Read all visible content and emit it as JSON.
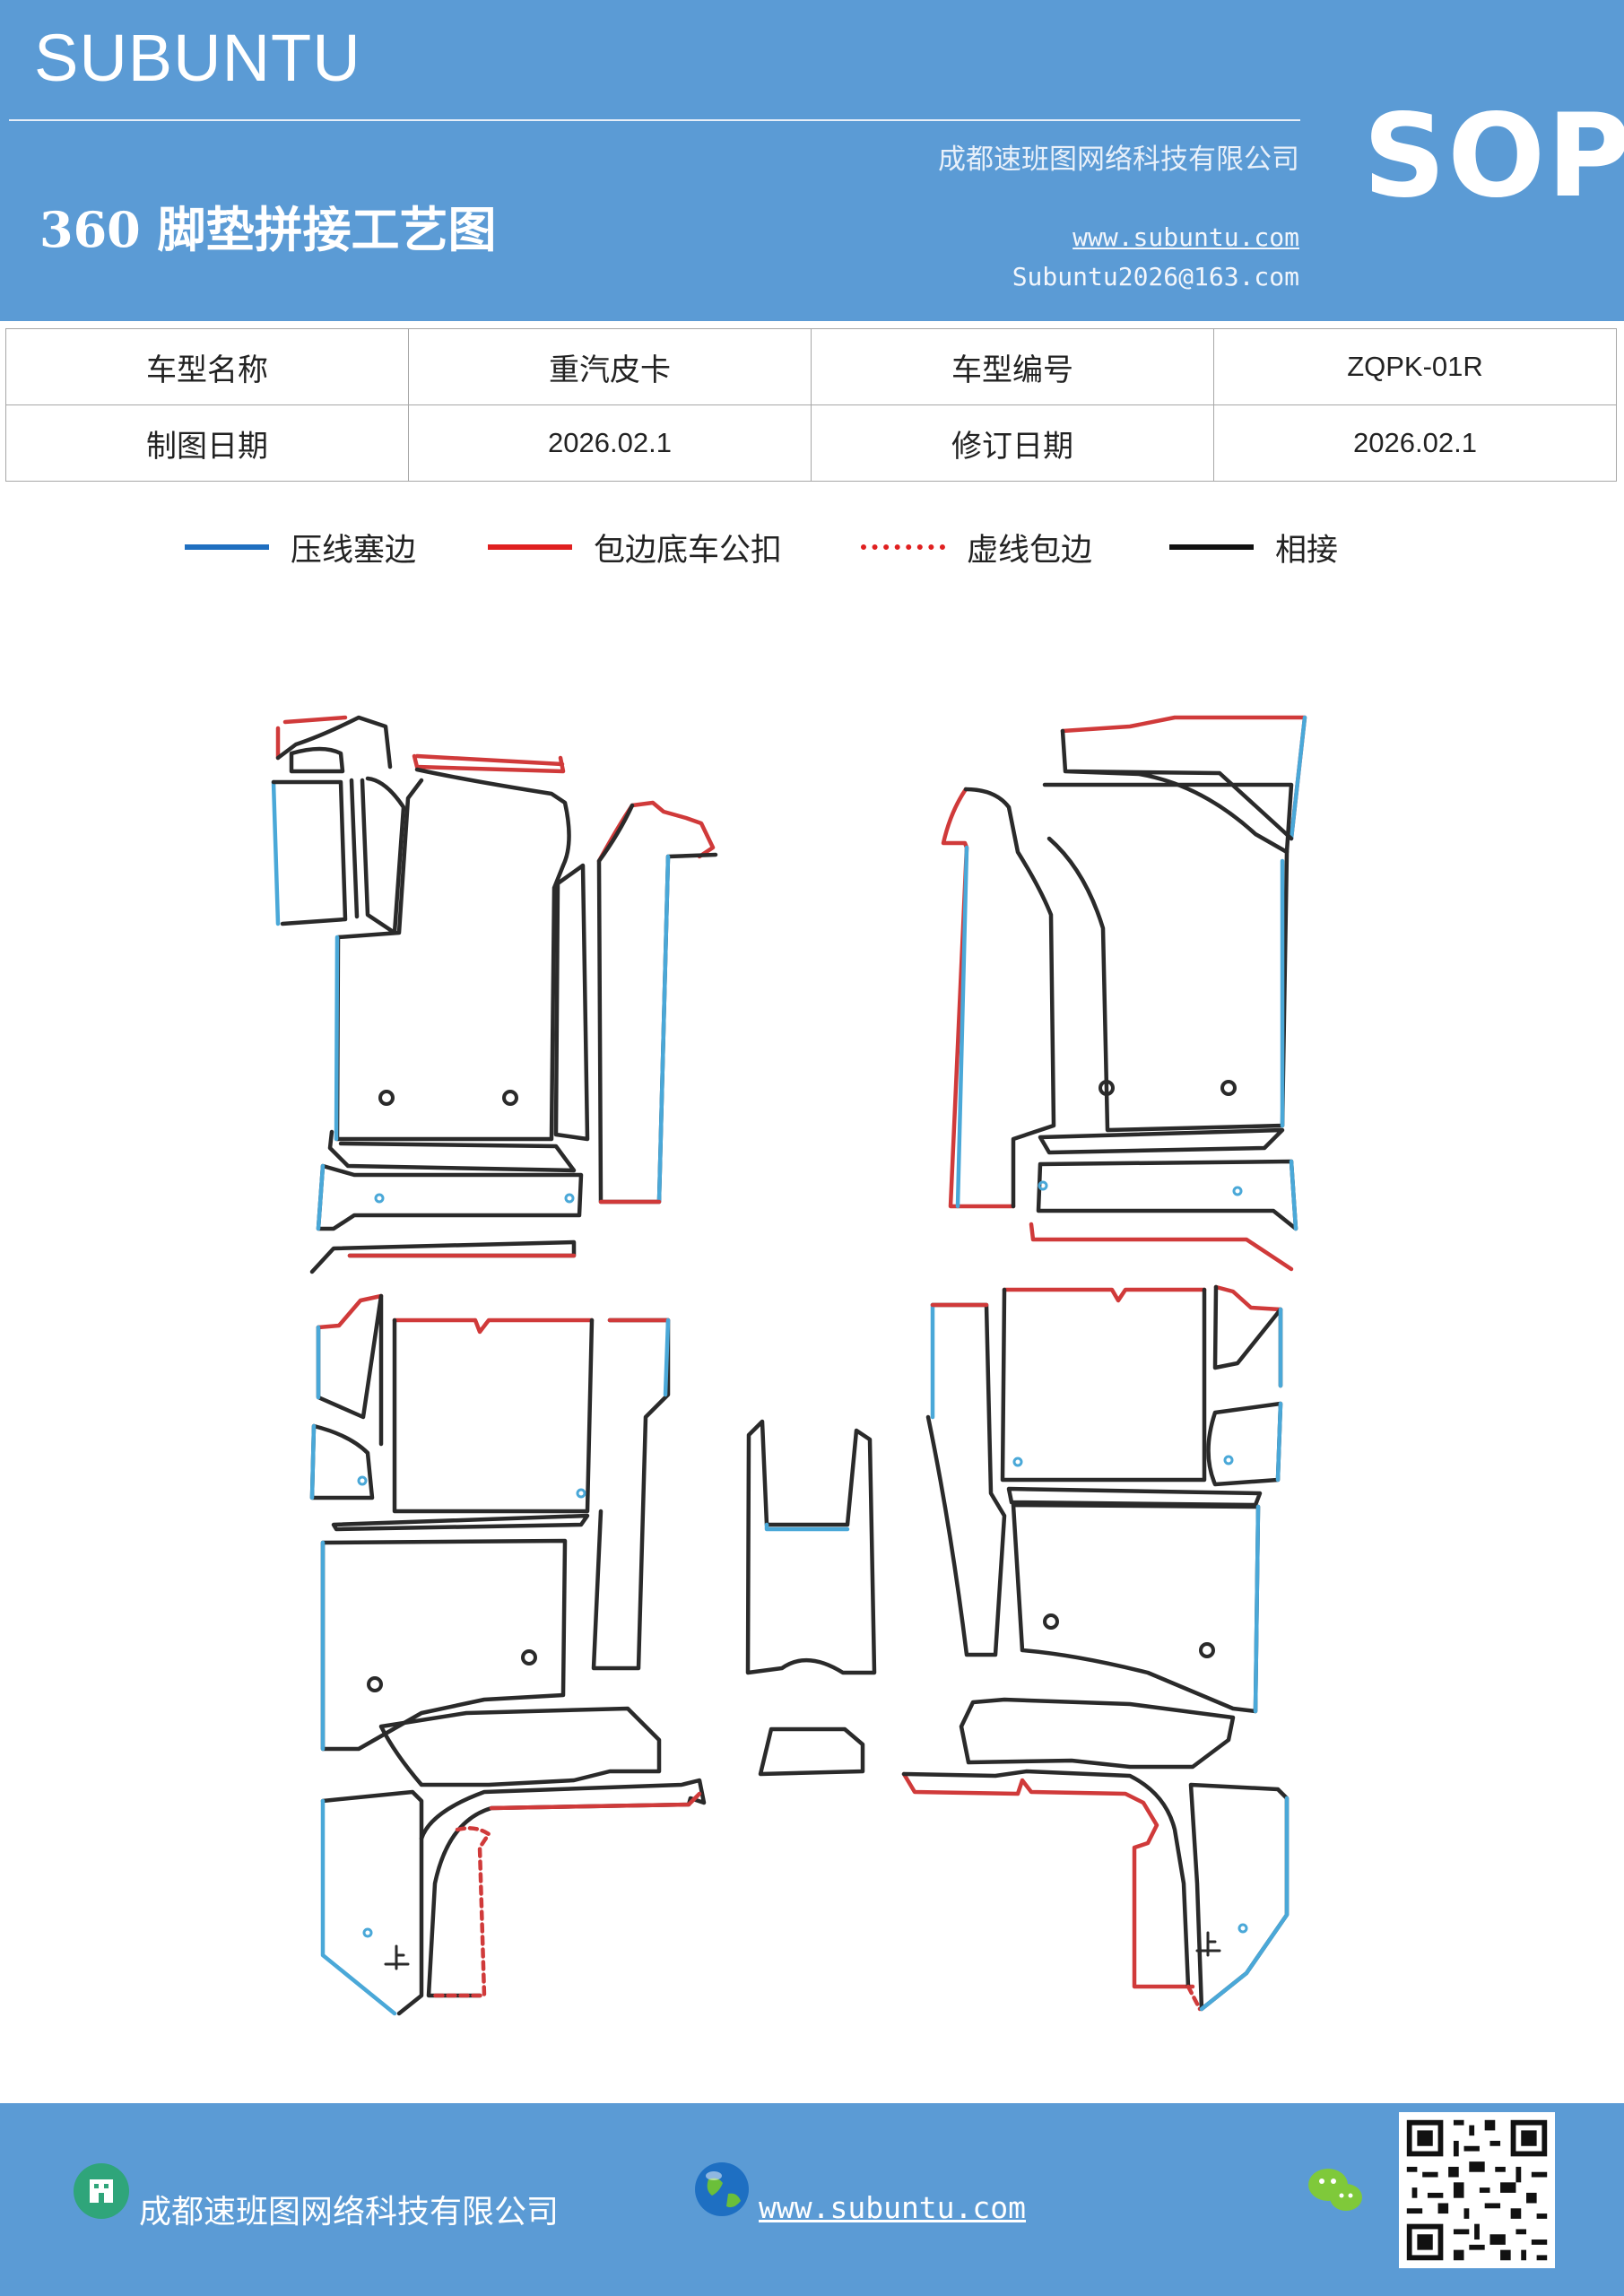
{
  "header": {
    "brand": "SUBUNTU",
    "company": "成都速班图网络科技有限公司",
    "title": "360 脚垫拼接工艺图",
    "url": "www.subuntu.com",
    "email": "Subuntu2026@163.com",
    "badge": "SOP"
  },
  "info_table": {
    "rows": [
      [
        "车型名称",
        "重汽皮卡",
        "车型编号",
        "ZQPK-01R"
      ],
      [
        "制图日期",
        "2026.02.1",
        "修订日期",
        "2026.02.1"
      ]
    ]
  },
  "legend": [
    {
      "label": "压线塞边",
      "color": "#1f6fc0",
      "style": "solid"
    },
    {
      "label": "包边底车公扣",
      "color": "#e02020",
      "style": "solid"
    },
    {
      "label": "虚线包边",
      "color": "#e02020",
      "style": "dotted"
    },
    {
      "label": "相接",
      "color": "#111111",
      "style": "solid"
    }
  ],
  "colors": {
    "header_bg": "#5b9bd5",
    "blue_line": "#4aa8d8",
    "red_line": "#d03a3a",
    "black_line": "#2a2a2a"
  },
  "footer": {
    "company": "成都速班图网络科技有限公司",
    "url": "www.subuntu.com",
    "icons": [
      "building-icon",
      "globe-icon",
      "wechat-icon",
      "qr-code"
    ]
  }
}
